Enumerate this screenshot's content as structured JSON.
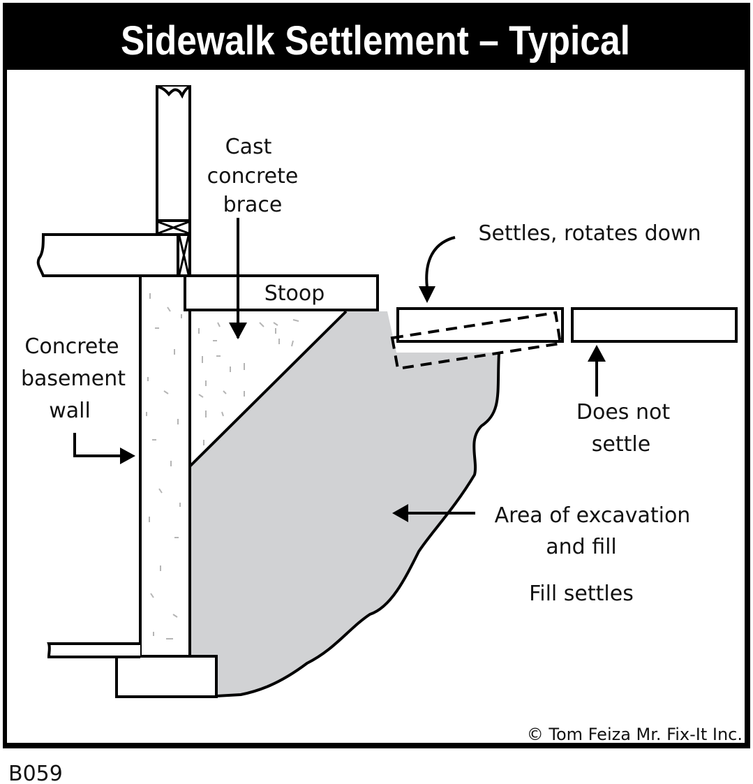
{
  "title": "Sidewalk Settlement – Typical",
  "figure_code": "B059",
  "copyright": "© Tom Feiza Mr. Fix-It Inc.",
  "colors": {
    "frame": "#000000",
    "fill_area": "#d1d2d4",
    "background": "#ffffff",
    "speckle": "#b5b5b5"
  },
  "labels": {
    "cast_brace": [
      "Cast",
      "concrete",
      "brace"
    ],
    "stoop": "Stoop",
    "settles": "Settles, rotates down",
    "basement_wall": [
      "Concrete",
      "basement",
      "wall"
    ],
    "does_not_settle": [
      "Does not",
      "settle"
    ],
    "excavation": [
      "Area of excavation",
      "and fill"
    ],
    "fill_settles": "Fill settles"
  }
}
